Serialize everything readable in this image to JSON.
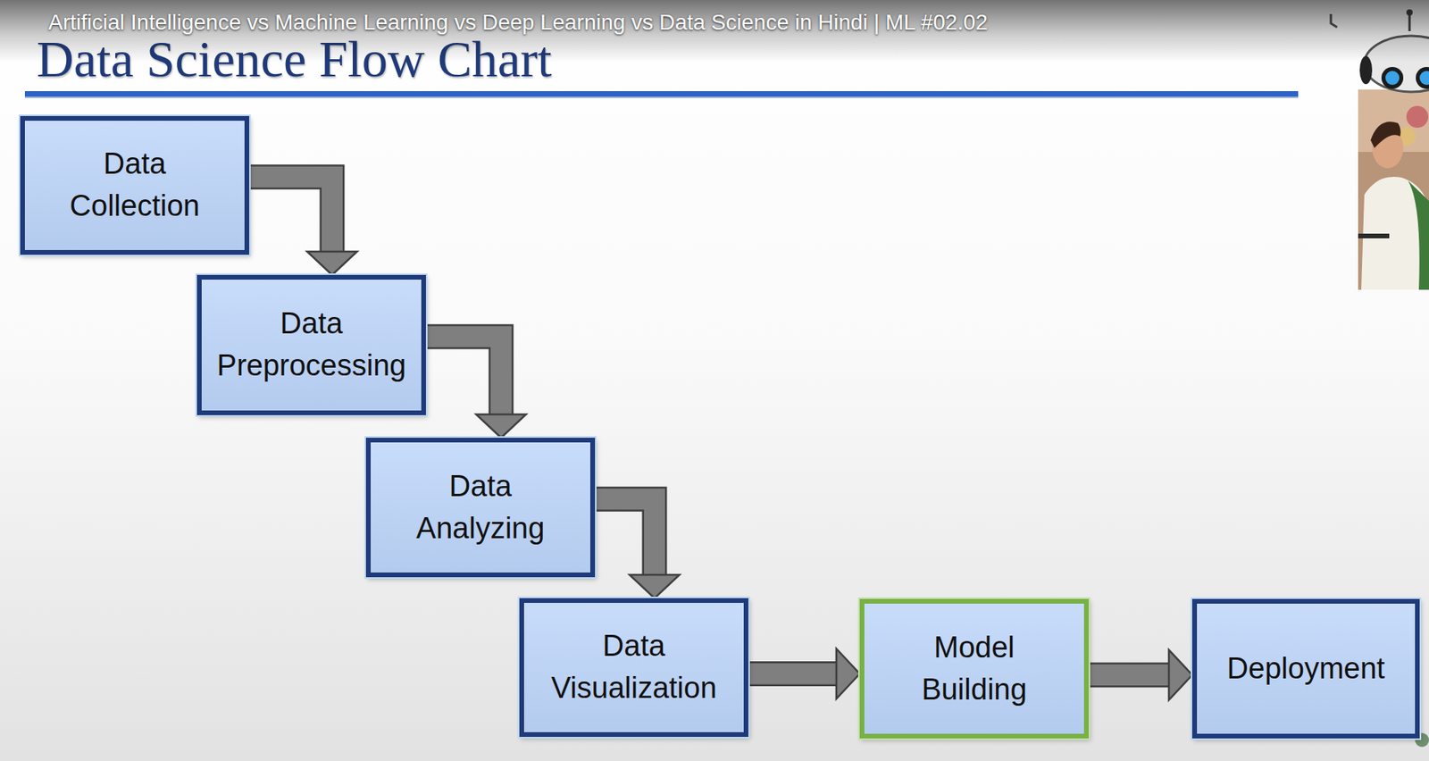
{
  "diagram": {
    "title": "Data Science Flow Chart",
    "nodes": [
      {
        "text": [
          "Data Collection"
        ]
      },
      {
        "text": [
          "Data Preprocessing"
        ]
      },
      {
        "text": [
          "Data Analyzing"
        ]
      },
      {
        "text": [
          "Data Visualization"
        ]
      },
      {
        "text": [
          "Model Building"
        ]
      },
      {
        "text": [
          "Deployment"
        ]
      }
    ],
    "edges": [
      {
        "from": 0,
        "to": 1,
        "arrow": "to"
      },
      {
        "from": 1,
        "to": 2,
        "arrow": "to"
      },
      {
        "from": 2,
        "to": 3,
        "arrow": "to"
      },
      {
        "from": 3,
        "to": 4,
        "arrow": "to"
      },
      {
        "from": 4,
        "to": 5,
        "arrow": "to"
      }
    ],
    "labels": [
      "Artificial Intelligence vs Machine Learning vs Deep Learning vs Data Science in Hindi | ML #02.02"
    ]
  }
}
